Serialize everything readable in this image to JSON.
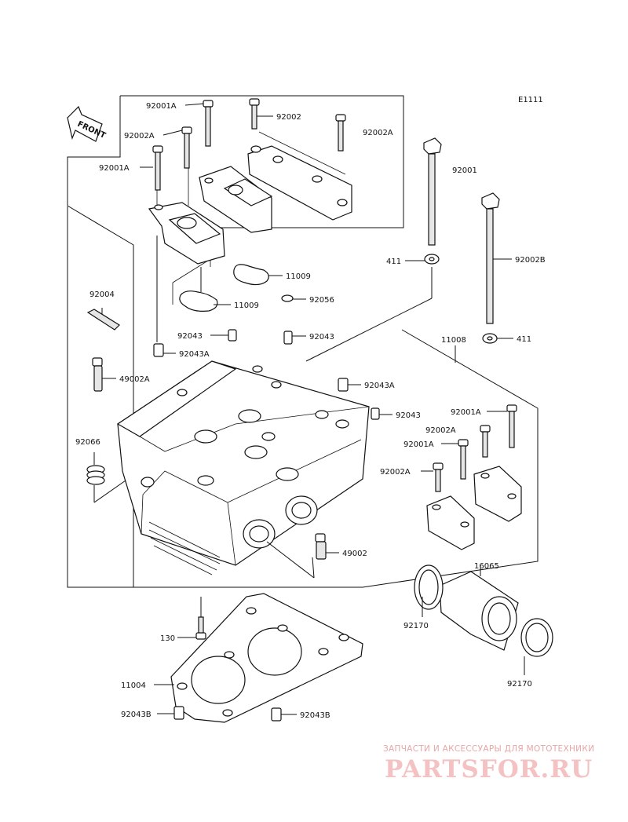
{
  "diagram_code": "E1111",
  "front_arrow_text": "FRONT",
  "labels": [
    {
      "id": "l1",
      "text": "92001A"
    },
    {
      "id": "l2",
      "text": "92002"
    },
    {
      "id": "l3",
      "text": "92002A"
    },
    {
      "id": "l4",
      "text": "92002A"
    },
    {
      "id": "l5",
      "text": "92001A"
    },
    {
      "id": "l6",
      "text": "92001"
    },
    {
      "id": "l7",
      "text": "411"
    },
    {
      "id": "l8",
      "text": "92002B"
    },
    {
      "id": "l9",
      "text": "11009"
    },
    {
      "id": "l10",
      "text": "11009"
    },
    {
      "id": "l11",
      "text": "92056"
    },
    {
      "id": "l12",
      "text": "92004"
    },
    {
      "id": "l13",
      "text": "92043"
    },
    {
      "id": "l14",
      "text": "92043"
    },
    {
      "id": "l15",
      "text": "411"
    },
    {
      "id": "l16",
      "text": "92043A"
    },
    {
      "id": "l17",
      "text": "11008"
    },
    {
      "id": "l18",
      "text": "49002A"
    },
    {
      "id": "l19",
      "text": "92043A"
    },
    {
      "id": "l20",
      "text": "92043"
    },
    {
      "id": "l21",
      "text": "92001A"
    },
    {
      "id": "l22",
      "text": "92066"
    },
    {
      "id": "l23",
      "text": "92002A"
    },
    {
      "id": "l24",
      "text": "92001A"
    },
    {
      "id": "l25",
      "text": "92002A"
    },
    {
      "id": "l26",
      "text": "49002"
    },
    {
      "id": "l27",
      "text": "16065"
    },
    {
      "id": "l28",
      "text": "92170"
    },
    {
      "id": "l29",
      "text": "130"
    },
    {
      "id": "l30",
      "text": "92170"
    },
    {
      "id": "l31",
      "text": "11004"
    },
    {
      "id": "l32",
      "text": "92043B"
    },
    {
      "id": "l33",
      "text": "92043B"
    }
  ],
  "watermark": {
    "line1": "ЗАПЧАСТИ И АКСЕССУАРЫ ДЛЯ МОТОТЕХНИКИ",
    "line2": "PARTSFOR.RU"
  }
}
